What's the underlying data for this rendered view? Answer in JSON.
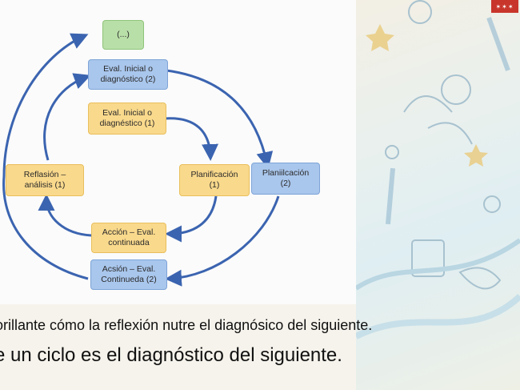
{
  "diagram": {
    "nodes": {
      "top": "(...)",
      "eval2": "Eval. Inicial o\ndiagnóstico (2)",
      "eval1": "Eval. Inicial o\ndiagnéstico (1)",
      "reflex": "Reflasión –\nanálisis (1)",
      "plan1": "Planificación\n(1)",
      "plan2": "Planiilcación\n(2)",
      "accion1": "Acción – Eval.\ncontinuada",
      "accion2": "Acsión – Eval.\nContinueda (2)"
    },
    "colors": {
      "blue": "#a9c6ec",
      "yellow": "#f9d98c",
      "green": "#b9dfa8",
      "arrow": "#3b64b0"
    }
  },
  "captions": {
    "line1": "orillante cómo la reflexión nutre el diagnósico del siguiente.",
    "line2": "e un ciclo es el diagnóstico del siguiente."
  }
}
